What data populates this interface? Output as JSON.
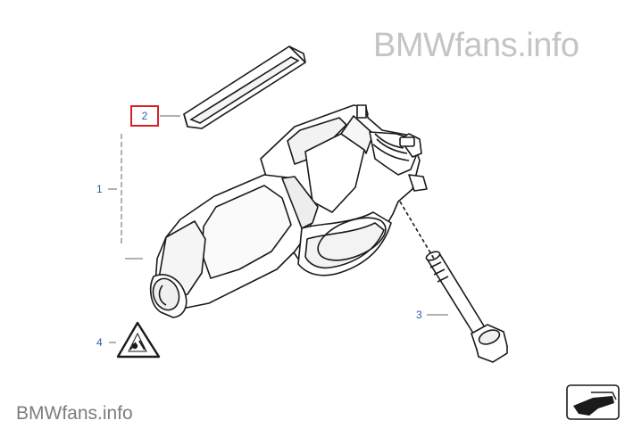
{
  "watermark": {
    "top": {
      "brand": "BMWfans",
      "suffix": ".info"
    },
    "bottom": {
      "brand": "BMWfans",
      "suffix": ".info"
    }
  },
  "callouts": [
    {
      "id": "1",
      "label": "1",
      "selected": false
    },
    {
      "id": "2",
      "label": "2",
      "selected": true
    },
    {
      "id": "3",
      "label": "3",
      "selected": false
    },
    {
      "id": "4",
      "label": "4",
      "selected": false
    }
  ],
  "warning_symbol": {
    "icon": "warning-triangle-icon"
  },
  "nav": {
    "icon": "next-page-arrow-icon"
  },
  "colors": {
    "callout_text": "#2a5fa8",
    "selected_frame": "#d8202a",
    "line_art": "#1a1a1a",
    "watermark_top": "#c4c4c4",
    "watermark_bottom": "#7d7d7d"
  }
}
